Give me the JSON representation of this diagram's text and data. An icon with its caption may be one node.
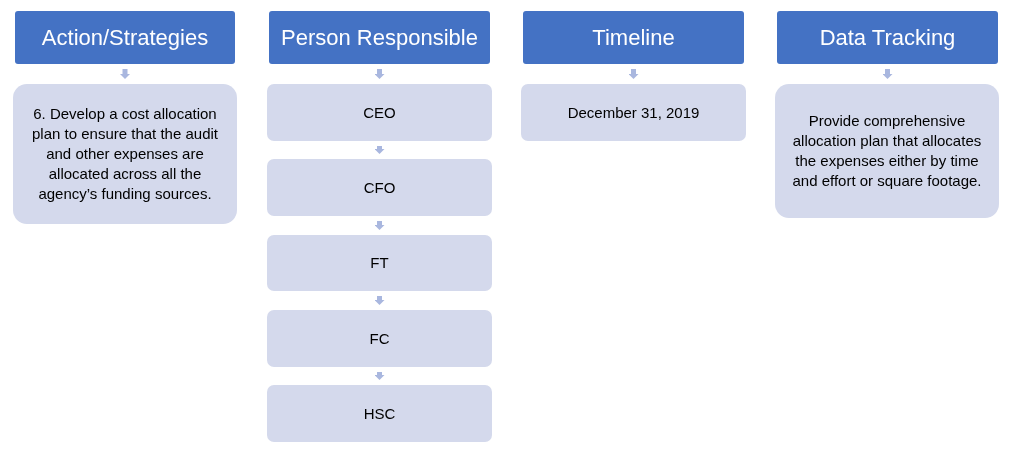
{
  "diagram": {
    "nodes": [
      {
        "text": [
          "Action/Strategies"
        ]
      },
      {
        "text": [
          "6. Develop a cost allocation plan to ensure that the audit and other expenses are allocated across all the agency’s funding sources."
        ]
      },
      {
        "text": [
          "Person Responsible"
        ]
      },
      {
        "text": [
          "CEO"
        ]
      },
      {
        "text": [
          "CFO"
        ]
      },
      {
        "text": [
          "FT"
        ]
      },
      {
        "text": [
          "FC"
        ]
      },
      {
        "text": [
          "HSC"
        ]
      },
      {
        "text": [
          "Timeline"
        ]
      },
      {
        "text": [
          "December 31, 2019"
        ]
      },
      {
        "text": [
          "Data Tracking"
        ]
      },
      {
        "text": [
          "Provide comprehensive allocation plan that allocates the expenses either by time and effort or square footage."
        ]
      }
    ],
    "edges": [
      {
        "from": 0,
        "to": 1,
        "arrow": "to"
      },
      {
        "from": 2,
        "to": 3,
        "arrow": "to"
      },
      {
        "from": 3,
        "to": 4,
        "arrow": "to"
      },
      {
        "from": 4,
        "to": 5,
        "arrow": "to"
      },
      {
        "from": 5,
        "to": 6,
        "arrow": "to"
      },
      {
        "from": 6,
        "to": 7,
        "arrow": "to"
      },
      {
        "from": 8,
        "to": 9,
        "arrow": "to"
      },
      {
        "from": 10,
        "to": 11,
        "arrow": "to"
      }
    ]
  }
}
